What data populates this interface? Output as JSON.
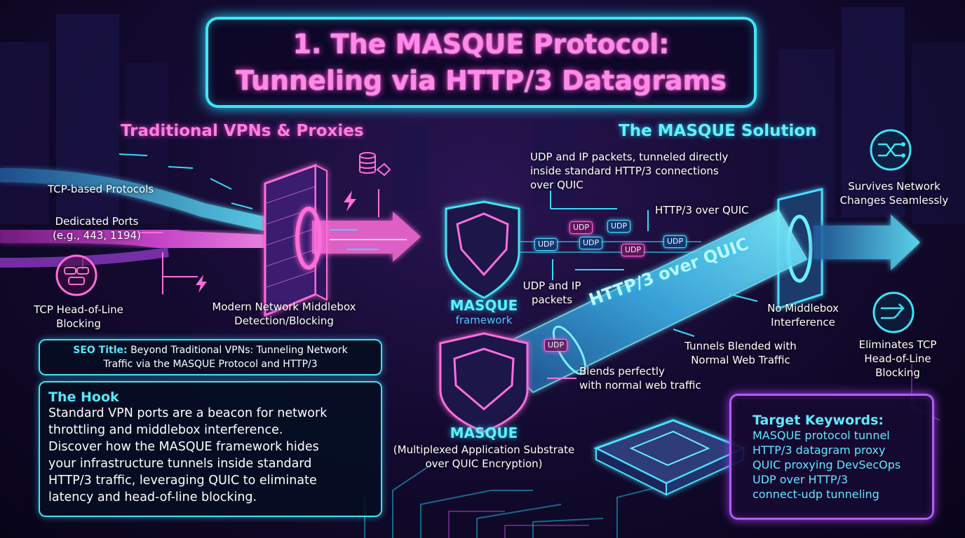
{
  "title": {
    "line1": "1. The MASQUE Protocol:",
    "line2": "Tunneling via HTTP/3 Datagrams"
  },
  "left": {
    "heading": "Traditional VPNs & Proxies",
    "tcp_label": "TCP-based Protocols",
    "ports_line1": "Dedicated Ports",
    "ports_line2": "(e.g., 443, 1194)",
    "hol_line1": "TCP Head-of-Line",
    "hol_line2": "Blocking",
    "middlebox_line1": "Modern Network Middlebox",
    "middlebox_line2": "Detection/Blocking"
  },
  "center": {
    "framework_title": "MASQUE",
    "framework_sub": "framework",
    "masque_title": "MASQUE",
    "masque_line1": "(Multiplexed Application Substrate",
    "masque_line2": "over QUIC Encryption)"
  },
  "right": {
    "heading": "The MASQUE Solution",
    "udp_ip_line1": "UDP and IP packets, tunneled directly",
    "udp_ip_line2": "inside standard HTTP/3 connections",
    "udp_ip_line3": "over QUIC",
    "http3_quic": "HTTP/3 over QUIC",
    "tube_label": "HTTP/3 over QUIC",
    "udp_packets_line1": "UDP and IP",
    "udp_packets_line2": "packets",
    "blends_line1": "Blends perfectly",
    "blends_line2": "with normal web traffic",
    "tunnels_line1": "Tunnels Blended with",
    "tunnels_line2": "Normal Web Traffic",
    "no_middlebox_line1": "No Middlebox",
    "no_middlebox_line2": "Interference",
    "survives_line1": "Survives Network",
    "survives_line2": "Changes Seamlessly",
    "eliminates_line1": "Eliminates TCP",
    "eliminates_line2": "Head-of-Line",
    "eliminates_line3": "Blocking",
    "udp_tag": "UDP"
  },
  "seo": {
    "label": "SEO Title:",
    "line1": "Beyond Traditional VPNs: Tunneling Network",
    "line2": "Traffic via the MASQUE Protocol and HTTP/3"
  },
  "hook": {
    "title": "The Hook",
    "lines": [
      "Standard VPN ports are a beacon for network",
      "throttling and middlebox interference.",
      "Discover how the MASQUE framework hides",
      "your infrastructure tunnels inside standard",
      "HTTP/3 traffic, leveraging QUIC to eliminate",
      "latency and head-of-line blocking."
    ]
  },
  "keywords": {
    "title": "Target Keywords:",
    "items": [
      "MASQUE protocol tunnel",
      "HTTP/3 datagram proxy",
      "QUIC proxying DevSecOps",
      "UDP over HTTP/3",
      "connect-udp tunneling"
    ]
  },
  "icons": {
    "traffic_jam": "cars-traffic-jam-icon",
    "database": "database-stack-icon",
    "lightning": "lightning-bolt-icon",
    "shuffle": "network-shuffle-icon",
    "merge_arrows": "merge-arrows-icon",
    "mask": "masque-mask-icon",
    "chip": "server-chip-icon"
  },
  "colors": {
    "cyan": "#3ee6f5",
    "pink": "#ff6edb",
    "purple": "#b45cf0",
    "bg": "#150b33"
  }
}
